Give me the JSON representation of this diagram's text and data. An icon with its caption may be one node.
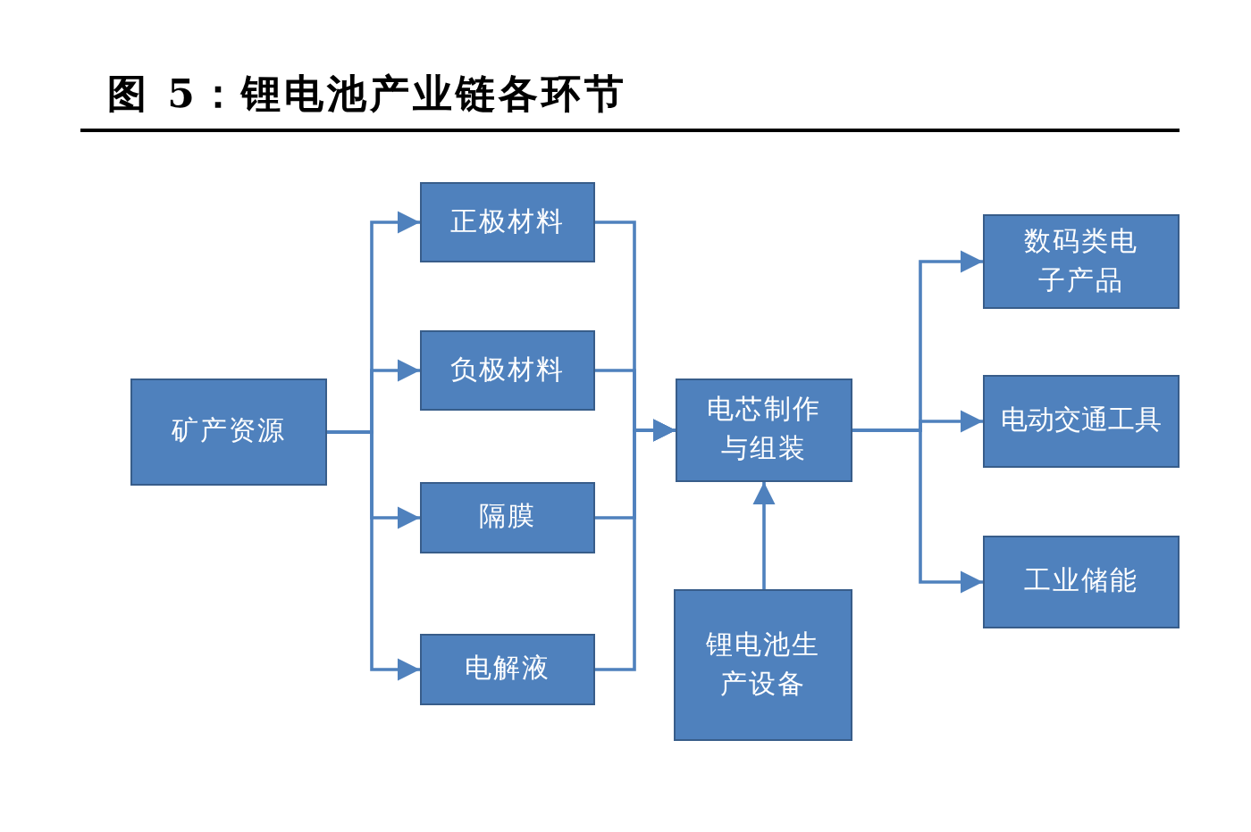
{
  "diagram": {
    "title": "图 5：锂电池产业链各环节",
    "nodes": [
      {
        "text": [
          "矿产资源"
        ]
      },
      {
        "text": [
          "正极材料"
        ]
      },
      {
        "text": [
          "负极材料"
        ]
      },
      {
        "text": [
          "隔膜"
        ]
      },
      {
        "text": [
          "电解液"
        ]
      },
      {
        "text": [
          "电芯制作与组装"
        ]
      },
      {
        "text": [
          "锂电池生产设备"
        ]
      },
      {
        "text": [
          "数码类电子产品"
        ]
      },
      {
        "text": [
          "电动交通工具"
        ]
      },
      {
        "text": [
          "工业储能"
        ]
      }
    ],
    "edges": [
      {
        "from": 0,
        "to": 1,
        "arrow": "to"
      },
      {
        "from": 0,
        "to": 2,
        "arrow": "to"
      },
      {
        "from": 0,
        "to": 3,
        "arrow": "to"
      },
      {
        "from": 0,
        "to": 4,
        "arrow": "to"
      },
      {
        "from": 1,
        "to": 5,
        "arrow": "to"
      },
      {
        "from": 2,
        "to": 5,
        "arrow": "to"
      },
      {
        "from": 3,
        "to": 5,
        "arrow": "to"
      },
      {
        "from": 4,
        "to": 5,
        "arrow": "to"
      },
      {
        "from": 6,
        "to": 5,
        "arrow": "to"
      },
      {
        "from": 5,
        "to": 7,
        "arrow": "to"
      },
      {
        "from": 5,
        "to": 8,
        "arrow": "to"
      },
      {
        "from": 5,
        "to": 9,
        "arrow": "to"
      }
    ]
  }
}
